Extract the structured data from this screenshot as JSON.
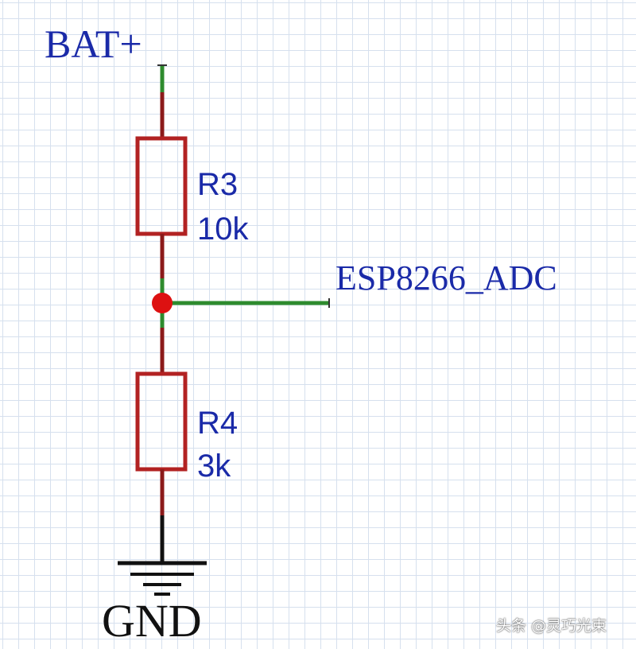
{
  "schematic": {
    "power_net": "BAT+",
    "adc_net": "ESP8266_ADC",
    "ground_net": "GND",
    "resistors": [
      {
        "ref": "R3",
        "value": "10k"
      },
      {
        "ref": "R4",
        "value": "3k"
      }
    ]
  },
  "colors": {
    "wire": "#2e8b2e",
    "lead": "#8b1a1a",
    "body": "#b22222",
    "junction": "#dd1111",
    "ground": "#111111",
    "net_text": "#1a2aa8",
    "grid": "#d6e0ee"
  },
  "watermark": "头条 @灵巧光束"
}
